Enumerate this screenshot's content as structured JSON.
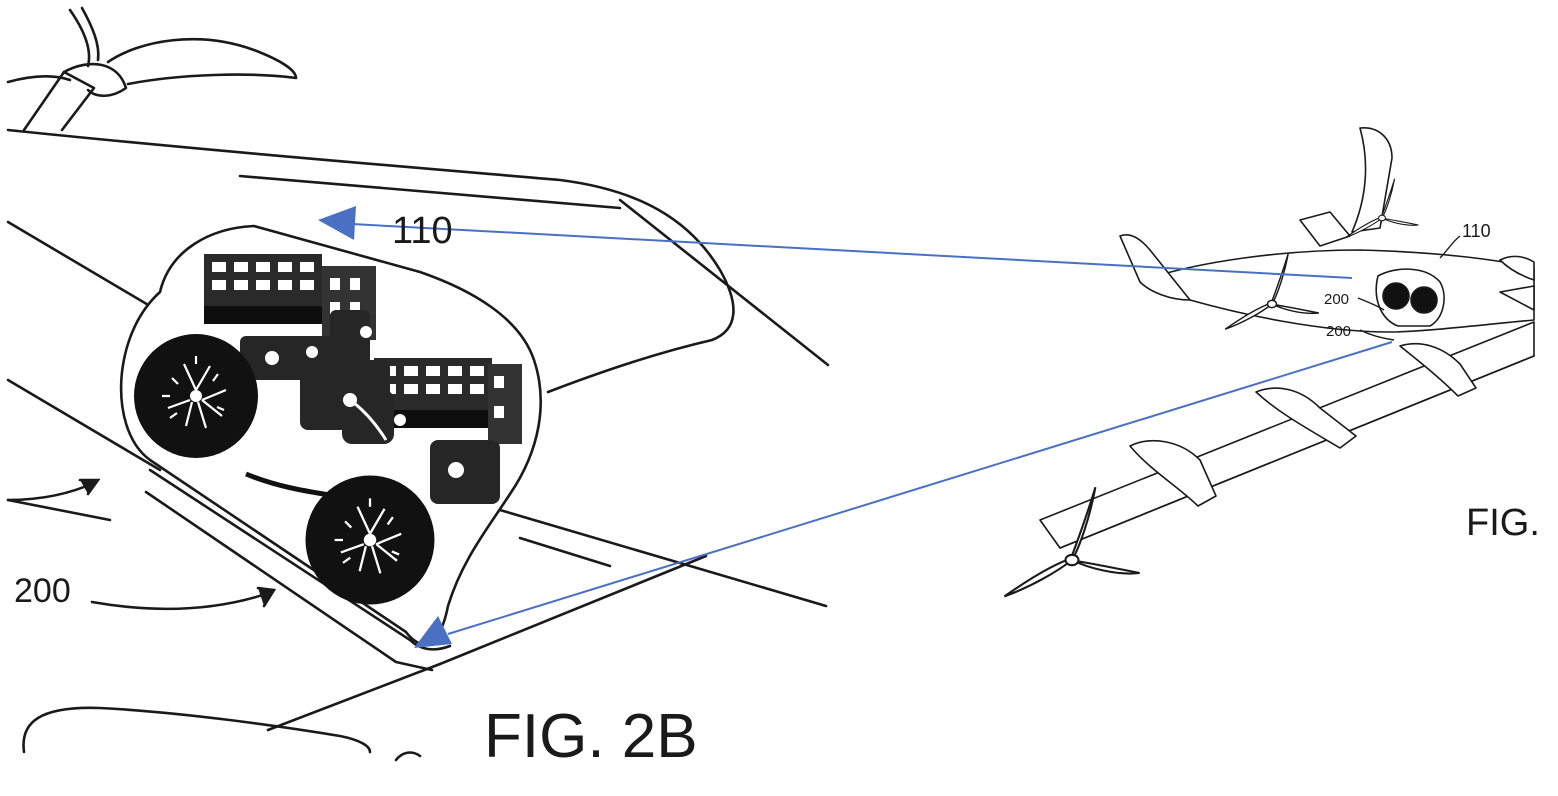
{
  "figures": {
    "left": {
      "caption": "FIG. 2B",
      "callouts": {
        "battery_pack": "110",
        "fan_unit": "200"
      }
    },
    "right": {
      "caption": "FIG.",
      "callouts": {
        "battery_pack": "110",
        "fan_unit_a": "200",
        "fan_unit_b": "200"
      }
    }
  },
  "colors": {
    "line_art": "#1a1a1a",
    "pointer_arrow": "#4a70c4",
    "background": "#ffffff"
  }
}
